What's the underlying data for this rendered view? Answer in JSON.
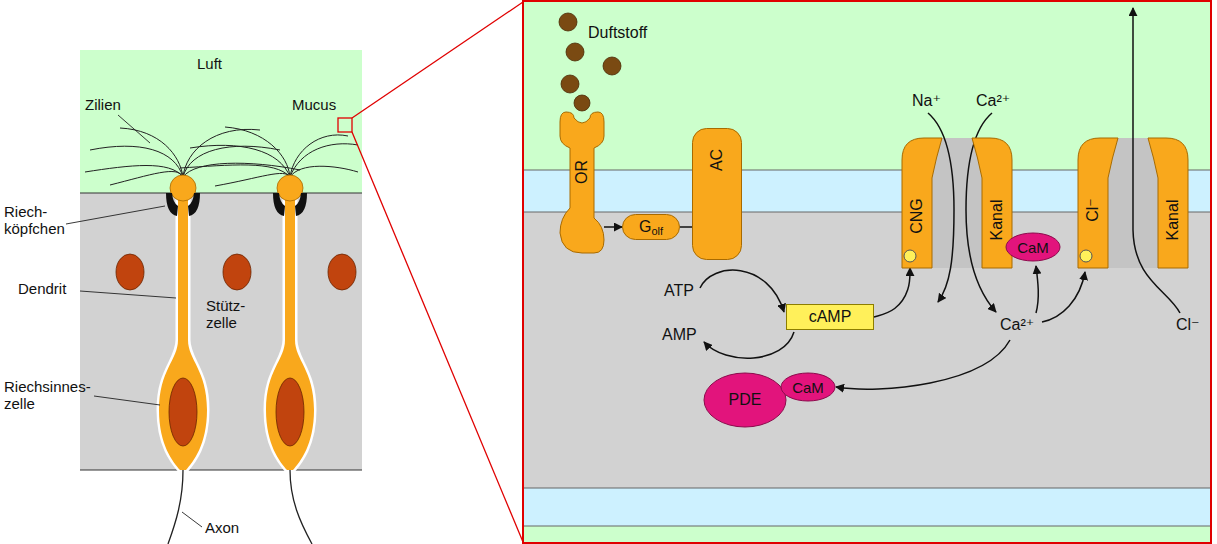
{
  "diagram": {
    "nodes": [
      {
        "text": [
          "OR"
        ]
      },
      {
        "text": [
          "G",
          "olf"
        ]
      },
      {
        "text": [
          "AC"
        ]
      },
      {
        "text": [
          "cAMP"
        ]
      },
      {
        "text": [
          "PDE"
        ]
      },
      {
        "text": [
          "CaM"
        ]
      },
      {
        "text": [
          "CNG",
          "Kanal"
        ]
      },
      {
        "text": [
          "CaM"
        ]
      },
      {
        "text": [
          "Cl⁻",
          "Kanal"
        ]
      }
    ],
    "edges": [
      {
        "from": 0,
        "to": 1,
        "arrow": "to"
      },
      {
        "from": 1,
        "to": 2,
        "arrow": "none"
      },
      {
        "from": 3,
        "to": 6,
        "arrow": "to"
      }
    ],
    "labels": [
      "Luft",
      "Zilien",
      "Mucus",
      "Riech- köpfchen",
      "Dendrit",
      "Stütz- zelle",
      "Riechsinnes- zelle",
      "Axon",
      "Duftstoff",
      "ATP",
      "AMP",
      "Na⁺",
      "Ca²⁺",
      "Ca²⁺",
      "Cl⁻"
    ]
  }
}
